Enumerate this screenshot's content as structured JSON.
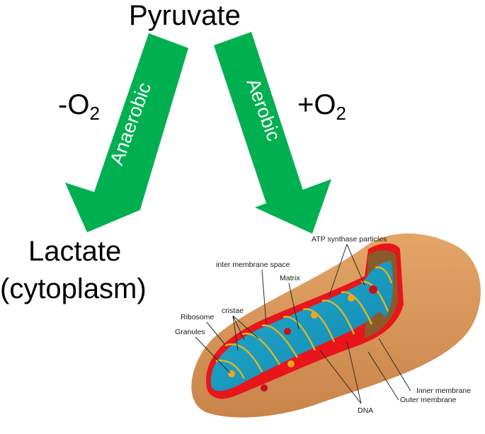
{
  "diagram": {
    "source": "Pyruvate",
    "anaerobic": {
      "arrow_label": "Anaerobic",
      "condition_prefix": "-O",
      "condition_sub": "2",
      "product": "Lactate",
      "location": "(cytoplasm)"
    },
    "aerobic": {
      "arrow_label": "Aerobic",
      "condition_prefix": "+O",
      "condition_sub": "2"
    },
    "colors": {
      "arrow": "#00b050",
      "mito_body": "#dc9a5a",
      "outer_membrane": "#e8151b",
      "matrix": "#1ba3c6",
      "cristae": "#d9b52a"
    },
    "mitochondrion_labels": {
      "atp": "ATP synthase particles",
      "intermembrane": "inter membrane space",
      "matrix": "Matrix",
      "cristae": "cristae",
      "ribosome": "Ribosome",
      "granules": "Granules",
      "inner": "Inner membrane",
      "outer": "Outer membrane",
      "dna": "DNA"
    }
  }
}
